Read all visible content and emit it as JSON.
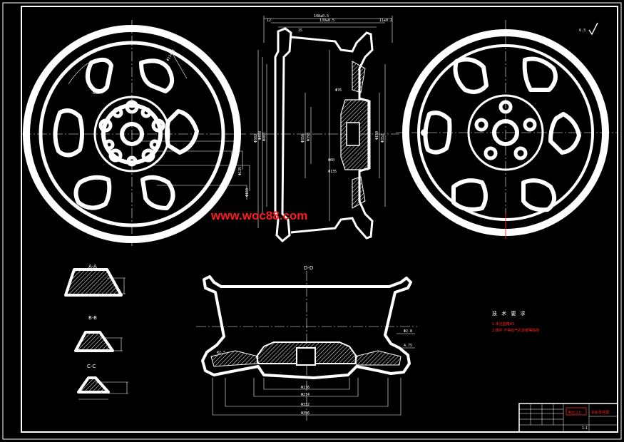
{
  "watermark": "www.woc88.com",
  "section_labels": {
    "a": "A-A",
    "b": "B-B",
    "c": "C-C",
    "d": "D-D"
  },
  "tech_requirements": {
    "title": "技 术 要 求",
    "items": [
      "1.未注圆角R5",
      "2.铸件 不得有气孔砂眼等缺陷"
    ]
  },
  "title_block": {
    "name": "车轮零件图",
    "code": "ADC12",
    "scale": "1:1"
  },
  "dims_front": [
    "Φ114.3",
    "R15",
    "Φ82",
    "Φ135",
    "Φ160"
  ],
  "dims_side_top": [
    "198±0.5",
    "139±0.5",
    "11±0.2",
    "12",
    "15"
  ],
  "dims_side": [
    "Φ382",
    "Φ408",
    "Φ408",
    "Φ356",
    "Φ390",
    "Φ352",
    "Φ150",
    "Φ60",
    "Φ135",
    "Φ76"
  ],
  "dims_bottom": [
    "Φ176",
    "Φ214",
    "Φ332",
    "Φ356",
    "R2.5",
    "Φ2.8",
    "4.75"
  ]
}
